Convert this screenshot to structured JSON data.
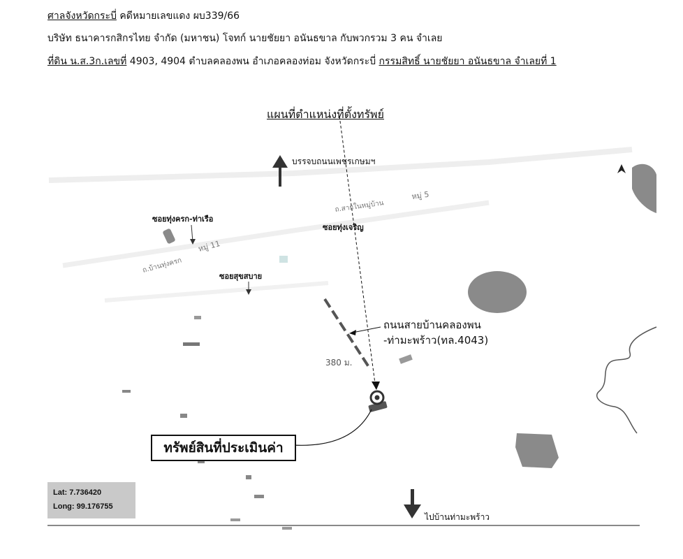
{
  "header": {
    "line1": {
      "court": "ศาลจังหวัดกระบี่",
      "case": " คดีหมายเลขแดง ผบ339/66"
    },
    "line2": "บริษัท ธนาคารกสิกรไทย จำกัด (มหาชน) โจทก์  นายชัยยา อนันธขาล กับพวกรวม 3 คน จำเลย",
    "line3": {
      "land_label": "ที่ดิน น.ส.3ก.เลขที่",
      "land_detail": " 4903, 4904 ตำบลคลองพน อำเภอคลองท่อม จังหวัดกระบี่ ",
      "ownership": "กรรมสิทธิ์ นายชัยยา อนันธขาล จำเลยที่ 1"
    }
  },
  "map": {
    "title": "แผนที่ตำแหน่งที่ตั้งทรัพย์",
    "north_arrow_label": "บรรจบถนนเพชรเกษมฯ",
    "south_arrow_label": "ไปบ้านท่ามะพร้าว",
    "road_labels": {
      "village_road": "ถ.สายในหมู่บ้าน",
      "moo5": "หมู่ 5",
      "thung_rong_road": "ถ.บ้านทุ่งครก",
      "moo11": "หมู่ 11"
    },
    "soi_labels": {
      "thung_khrok": "ซอยทุ่งครก-ท่าเรือ",
      "thung_charoen": "ซอยทุ่งเจริญ",
      "suk_sabai": "ซอยสุขสบาย"
    },
    "main_road": {
      "line1": "ถนนสายบ้านคลองพน",
      "line2": "-ท่ามะพร้าว(ทล.4043)"
    },
    "distance": "380 ม.",
    "property_label": "ทรัพย์สินที่ประเมินค่า",
    "coordinates": {
      "lat": "Lat: 7.736420",
      "long": "Long: 99.176755"
    }
  },
  "colors": {
    "water": "#8a8a8a",
    "road": "#555555",
    "marker": "#333333"
  }
}
